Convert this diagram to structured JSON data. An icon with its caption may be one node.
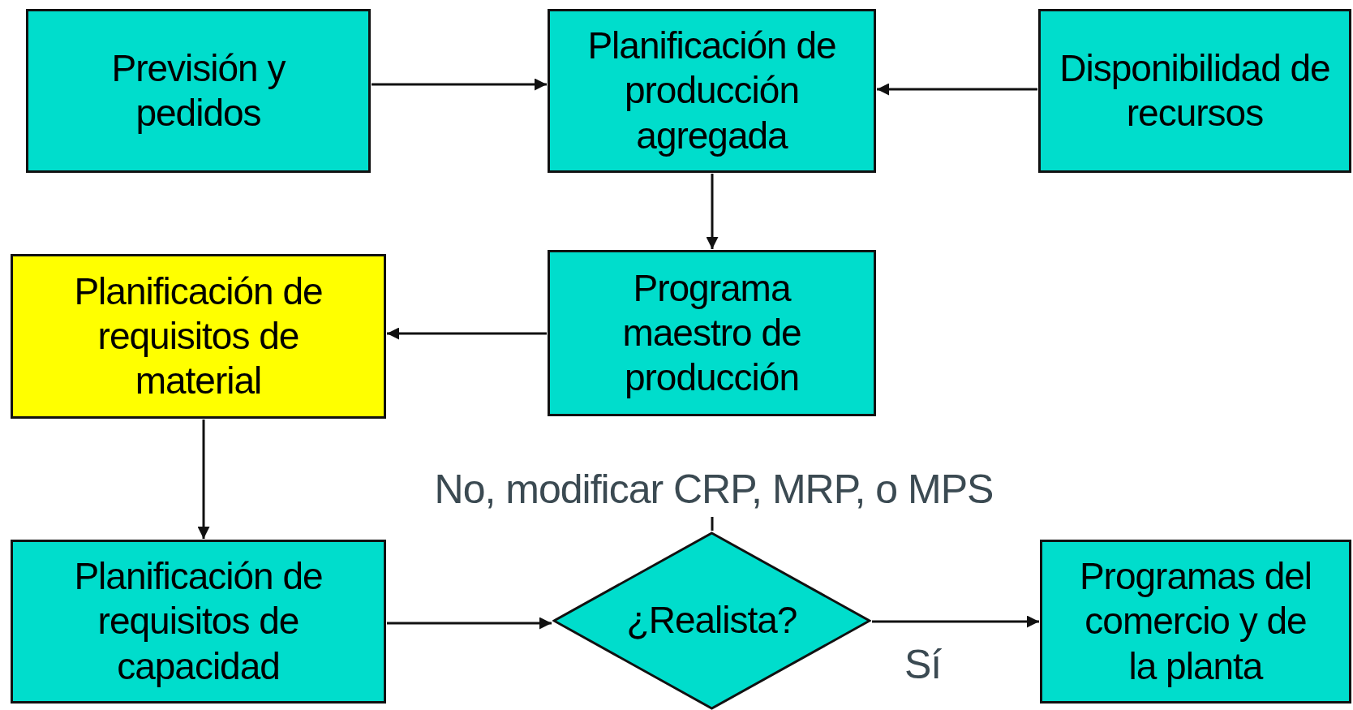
{
  "diagram": {
    "nodes": [
      {
        "text": [
          "Previsión y pedidos"
        ]
      },
      {
        "text": [
          "Planificación de producción agregada"
        ]
      },
      {
        "text": [
          "Disponibilidad de recursos"
        ]
      },
      {
        "text": [
          "Programa maestro de producción"
        ]
      },
      {
        "text": [
          "Planificación de requisitos de material"
        ]
      },
      {
        "text": [
          "Planificación de requisitos de capacidad"
        ]
      },
      {
        "text": [
          "¿Realista?"
        ]
      },
      {
        "text": [
          "Programas del comercio y de la planta"
        ]
      },
      {
        "text": [
          "No, modificar CRP, MRP, o MPS"
        ]
      }
    ],
    "edges": [
      {
        "from": 0,
        "to": 1,
        "arrow": "to"
      },
      {
        "from": 2,
        "to": 1,
        "arrow": "to"
      },
      {
        "from": 1,
        "to": 3,
        "arrow": "to"
      },
      {
        "from": 3,
        "to": 4,
        "arrow": "to"
      },
      {
        "from": 4,
        "to": 5,
        "arrow": "to"
      },
      {
        "from": 5,
        "to": 6,
        "arrow": "to"
      },
      {
        "from": 6,
        "to": 7,
        "arrow": "to",
        "label": "Sí"
      },
      {
        "from": 6,
        "to": 8,
        "arrow": "none"
      }
    ]
  }
}
